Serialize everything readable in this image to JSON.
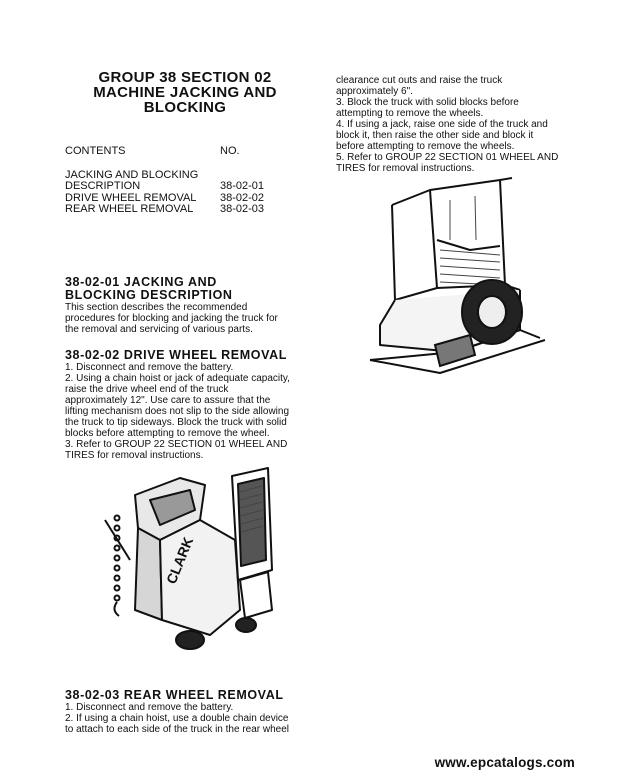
{
  "header": {
    "title_line1": "GROUP 38   SECTION 02",
    "title_line2": "MACHINE JACKING AND",
    "title_line3": "BLOCKING"
  },
  "contents": {
    "heading": "CONTENTS",
    "no_heading": "NO.",
    "items": [
      {
        "label": "JACKING AND BLOCKING",
        "no": ""
      },
      {
        "label": "DESCRIPTION",
        "no": "38-02-01"
      },
      {
        "label": "DRIVE WHEEL REMOVAL",
        "no": "38-02-02"
      },
      {
        "label": "REAR WHEEL REMOVAL",
        "no": "38-02-03"
      }
    ]
  },
  "section1": {
    "heading_line1": "38-02-01  JACKING  AND",
    "heading_line2": "BLOCKING  DESCRIPTION",
    "lines": [
      "This  section  describes  the  recommended",
      "procedures for blocking and jacking the truck for",
      "the removal and servicing of various parts."
    ]
  },
  "section2": {
    "heading": "38-02-02  DRIVE  WHEEL  REMOVAL",
    "lines": [
      "1.  Disconnect and remove the battery.",
      "2.  Using a chain hoist or jack of adequate capacity,",
      "raise  the  drive  wheel  end  of  the  truck",
      "approximately 12\".   Use care to assure that the",
      "lifting mechanism does not slip to the side allowing",
      "the truck to tip sideways.  Block the truck with solid",
      "blocks before attempting to remove the wheel.",
      "3.   Refer to GROUP 22 SECTION 01 WHEEL AND",
      "TIRES for removal instructions."
    ]
  },
  "figure1": {
    "brand_text": "CLARK"
  },
  "section3": {
    "heading": "38-02-03  REAR  WHEEL  REMOVAL",
    "lines": [
      "1.  Disconnect and remove the battery.",
      "2.  If using a chain hoist, use a double chain device",
      "to attach to each side of the truck in the rear wheel"
    ]
  },
  "column2": {
    "lines": [
      "clearance  cut  outs  and  raise  the  truck",
      "approximately 6\".",
      "3.   Block the truck with solid blocks before",
      "attempting to remove the wheels.",
      "4.  If using a jack, raise one side of the truck and",
      "block it, then raise the other side and block it",
      "before attempting to remove the wheels.",
      "5.  Refer to GROUP 22 SECTION 01 WHEEL AND",
      "TIRES for removal instructions."
    ]
  },
  "footer": {
    "url": "www.epcatalogs.com"
  }
}
